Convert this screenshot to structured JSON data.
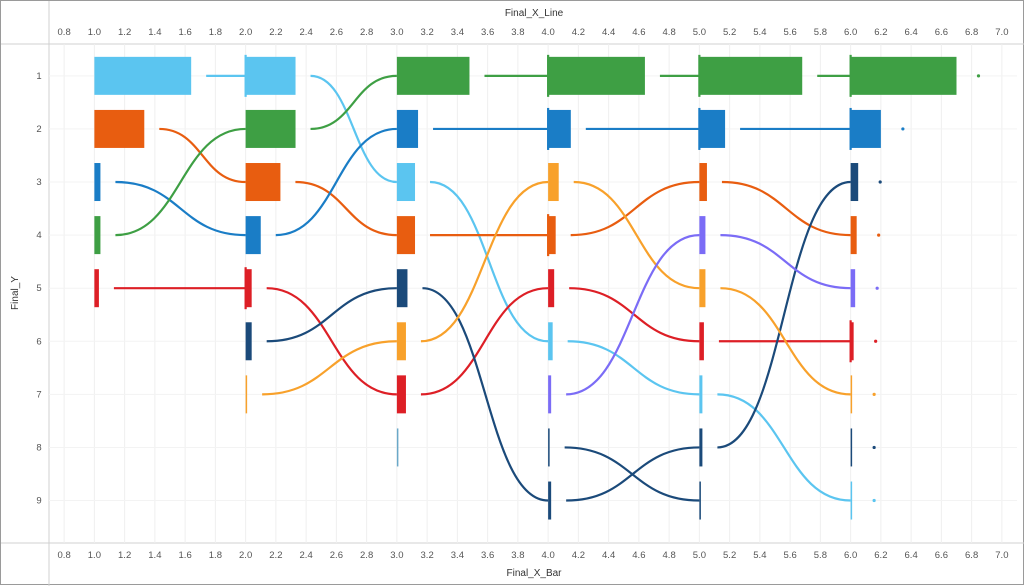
{
  "chart_data": {
    "type": "bump",
    "x_top_title": "Final_X_Line",
    "x_bottom_title": "Final_X_Bar",
    "y_title": "Final_Y",
    "x_ticks": [
      "0.8",
      "1.0",
      "1.2",
      "1.4",
      "1.6",
      "1.8",
      "2.0",
      "2.2",
      "2.4",
      "2.6",
      "2.8",
      "3.0",
      "3.2",
      "3.4",
      "3.6",
      "3.8",
      "4.0",
      "4.2",
      "4.4",
      "4.6",
      "4.8",
      "5.0",
      "5.2",
      "5.4",
      "5.6",
      "5.8",
      "6.0",
      "6.2",
      "6.4",
      "6.6",
      "6.8",
      "7.0"
    ],
    "y_ticks": [
      "1",
      "2",
      "3",
      "4",
      "5",
      "6",
      "7",
      "8",
      "9"
    ],
    "xlim": [
      0.7,
      7.1
    ],
    "ylim": [
      0.4,
      9.8
    ],
    "stages": [
      1,
      2,
      3,
      4,
      5,
      6
    ],
    "series": [
      {
        "color": "#5bc5f0",
        "ranks": [
          1,
          1,
          3,
          6,
          7,
          9
        ],
        "bars": [
          0.64,
          0.33,
          0.12,
          0.03,
          0.02,
          0.01
        ]
      },
      {
        "color": "#e85d10",
        "ranks": [
          2,
          3,
          4,
          4,
          3,
          4
        ],
        "bars": [
          0.33,
          0.23,
          0.12,
          0.05,
          0.05,
          0.04
        ]
      },
      {
        "color": "#1a7dc6",
        "ranks": [
          3,
          4,
          2,
          2,
          2,
          2
        ],
        "bars": [
          0.04,
          0.1,
          0.14,
          0.15,
          0.17,
          0.2
        ]
      },
      {
        "color": "#3e9f44",
        "ranks": [
          4,
          2,
          1,
          1,
          1,
          1
        ],
        "bars": [
          0.04,
          0.33,
          0.48,
          0.64,
          0.68,
          0.7
        ]
      },
      {
        "color": "#dd1f26",
        "ranks": [
          5,
          5,
          7,
          5,
          6,
          6
        ],
        "bars": [
          0.03,
          0.04,
          0.06,
          0.04,
          0.03,
          0.02
        ]
      },
      {
        "color": "#1b4a7a",
        "ranks": [
          null,
          6,
          5,
          9,
          8,
          3
        ],
        "bars": [
          null,
          0.04,
          0.07,
          0.02,
          0.02,
          0.05
        ]
      },
      {
        "color": "#f8a12b",
        "ranks": [
          null,
          7,
          6,
          3,
          5,
          7
        ],
        "bars": [
          null,
          0.01,
          0.06,
          0.07,
          0.04,
          0.01
        ]
      },
      {
        "color": "#7b6cf6",
        "ranks": [
          null,
          null,
          null,
          7,
          4,
          5
        ],
        "bars": [
          null,
          null,
          null,
          0.02,
          0.04,
          0.03
        ]
      },
      {
        "color": "#6aa8c8",
        "ranks": [
          null,
          null,
          8,
          null,
          null,
          null
        ],
        "bars": [
          null,
          null,
          0.01,
          null,
          null,
          null
        ]
      },
      {
        "color": "#1b4a7a",
        "ranks": [
          null,
          null,
          null,
          8,
          9,
          null
        ],
        "bars": [
          null,
          null,
          null,
          0.01,
          0.01,
          null
        ]
      },
      {
        "color": "#1b4a7a",
        "ranks": [
          null,
          null,
          null,
          null,
          null,
          8
        ],
        "bars": [
          null,
          null,
          null,
          null,
          null,
          0.01
        ]
      }
    ],
    "legend": "none",
    "grid": true
  }
}
